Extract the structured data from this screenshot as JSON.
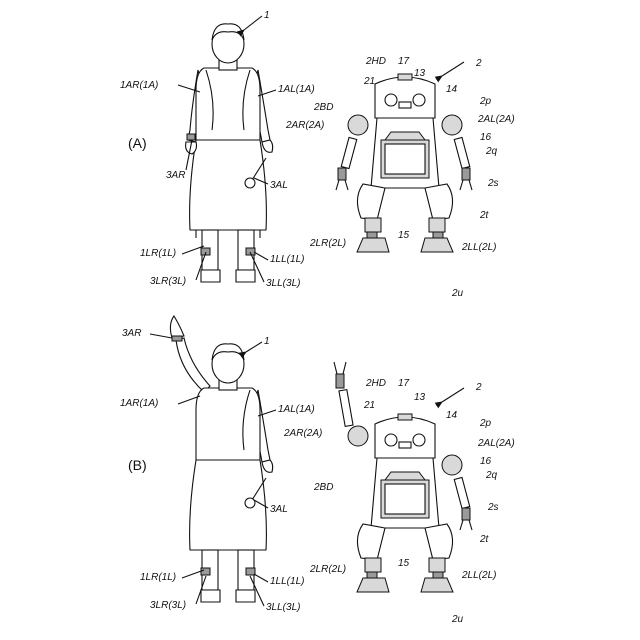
{
  "panels": [
    {
      "id": "A",
      "label": "(A)",
      "human_labels": {
        "ref": "1",
        "right_arm": "1AR(1A)",
        "left_arm": "1AL(1A)",
        "right_sensor": "3AR",
        "left_sensor": "3AL",
        "right_leg": "1LR(1L)",
        "left_leg": "1LL(1L)",
        "right_leg_sensor": "3LR(3L)",
        "left_leg_sensor": "3LL(3L)"
      },
      "robot_labels": {
        "ref": "2",
        "head": "2HD",
        "head_top": "17",
        "eyes": "13",
        "sensor": "21",
        "joint_14": "14",
        "body": "2BD",
        "right_arm": "2AR(2A)",
        "p": "2p",
        "left_arm": "2AL(2A)",
        "part_16": "16",
        "q": "2q",
        "s": "2s",
        "t": "2t",
        "display": "15",
        "right_leg": "2LR(2L)",
        "left_leg": "2LL(2L)",
        "u": "2u"
      }
    },
    {
      "id": "B",
      "label": "(B)",
      "human_labels": {
        "ref": "1",
        "right_arm": "1AR(1A)",
        "left_arm": "1AL(1A)",
        "right_sensor": "3AR",
        "left_sensor": "3AL",
        "right_leg": "1LR(1L)",
        "left_leg": "1LL(1L)",
        "right_leg_sensor": "3LR(3L)",
        "left_leg_sensor": "3LL(3L)"
      },
      "robot_labels": {
        "ref": "2",
        "head": "2HD",
        "head_top": "17",
        "eyes": "13",
        "sensor": "21",
        "joint_14": "14",
        "body": "2BD",
        "right_arm": "2AR(2A)",
        "p": "2p",
        "left_arm": "2AL(2A)",
        "part_16": "16",
        "q": "2q",
        "s": "2s",
        "t": "2t",
        "display": "15",
        "right_leg": "2LR(2L)",
        "left_leg": "2LL(2L)",
        "u": "2u"
      }
    }
  ]
}
